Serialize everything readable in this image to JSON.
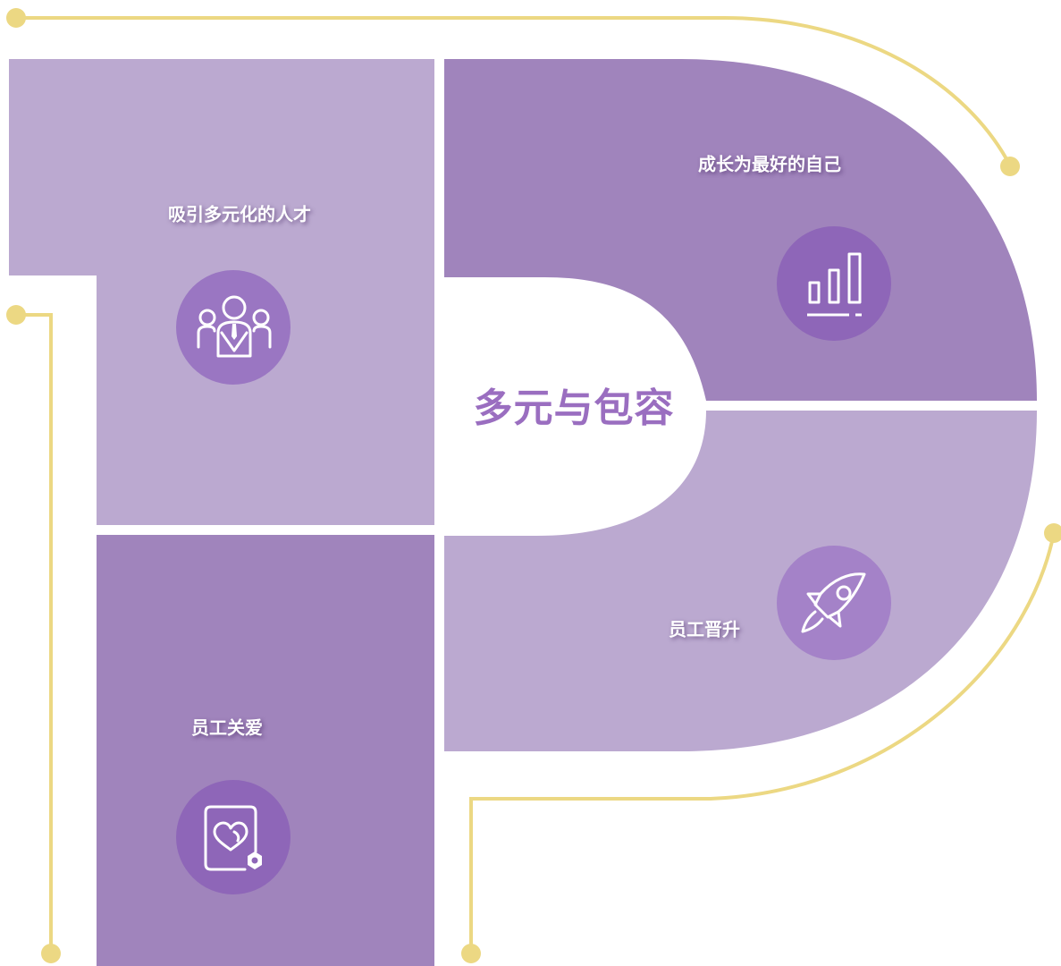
{
  "center_title": "多元与包容",
  "sections": [
    {
      "id": "attract",
      "label": "吸引多元化的人才",
      "icon": "people-group-icon"
    },
    {
      "id": "grow",
      "label": "成长为最好的自己",
      "icon": "bar-chart-icon"
    },
    {
      "id": "promotion",
      "label": "员工晋升",
      "icon": "rocket-icon"
    },
    {
      "id": "care",
      "label": "员工关爱",
      "icon": "heart-card-icon"
    }
  ],
  "colors": {
    "light_purple": "#bba9d0",
    "mid_purple": "#a084bc",
    "icon_circle": "#9a76c2",
    "title_purple": "#9a6ec0",
    "accent_line": "#ecd883"
  }
}
